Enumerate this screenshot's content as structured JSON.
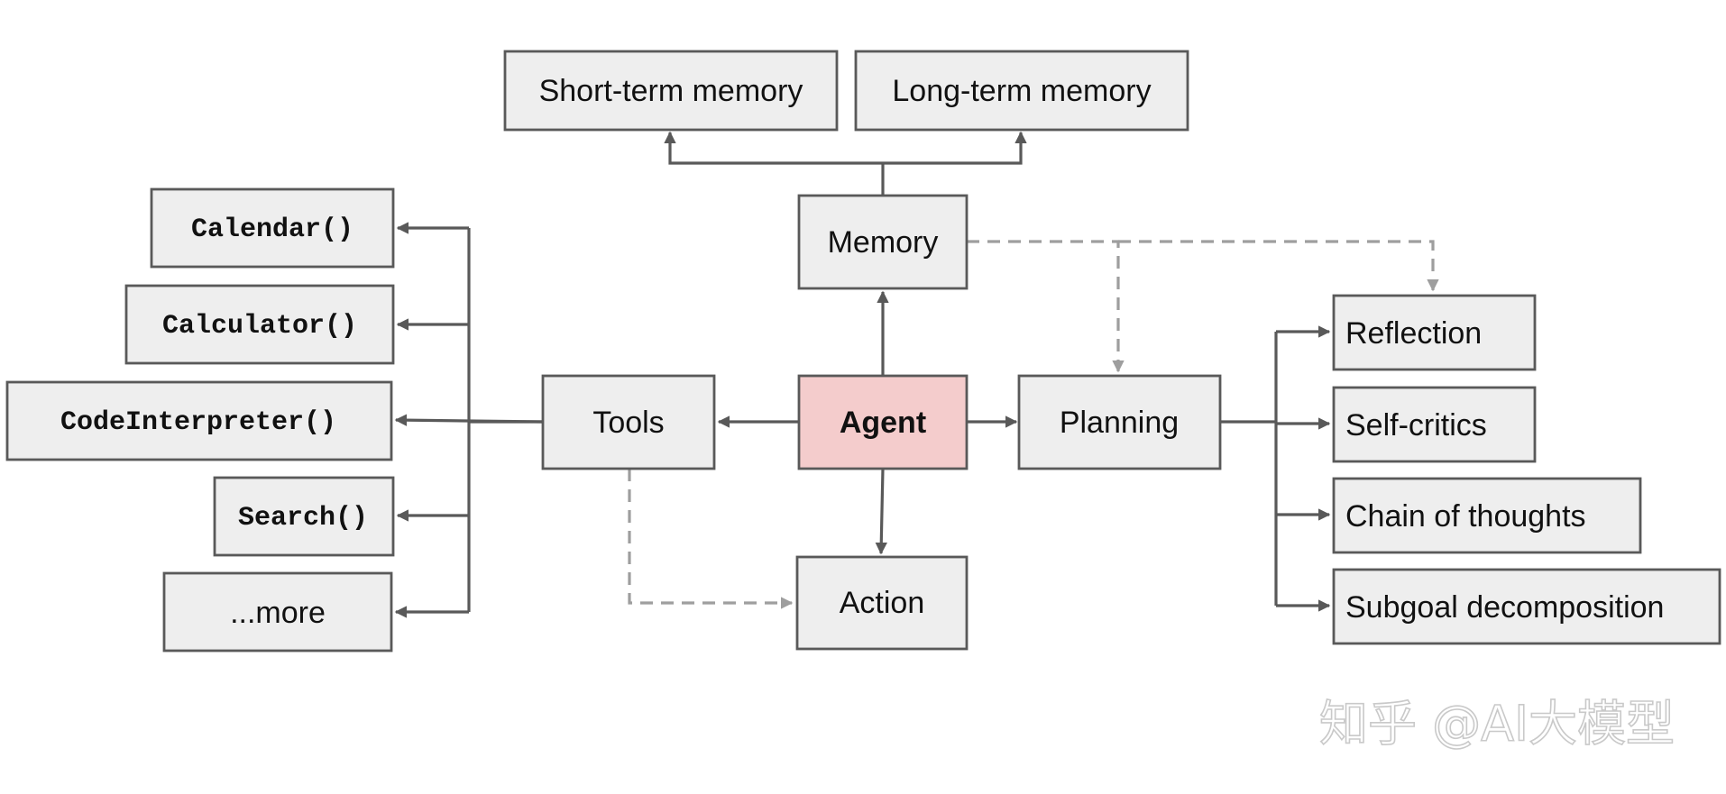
{
  "nodes": {
    "agent": "Agent",
    "memory": "Memory",
    "short_term_memory": "Short-term memory",
    "long_term_memory": "Long-term memory",
    "tools": "Tools",
    "action": "Action",
    "planning": "Planning",
    "reflection": "Reflection",
    "self_critics": "Self-critics",
    "chain_of_thoughts": "Chain of thoughts",
    "subgoal_decomposition": "Subgoal decomposition",
    "calendar": "Calendar()",
    "calculator": "Calculator()",
    "code_interpreter": "CodeInterpreter()",
    "search": "Search()",
    "more": "...more"
  },
  "watermark": "知乎 @AI大模型",
  "colors": {
    "agent_fill": "#f4cccc",
    "box_fill": "#eeeeee",
    "stroke": "#595959",
    "dashed_stroke": "#9e9e9e"
  }
}
